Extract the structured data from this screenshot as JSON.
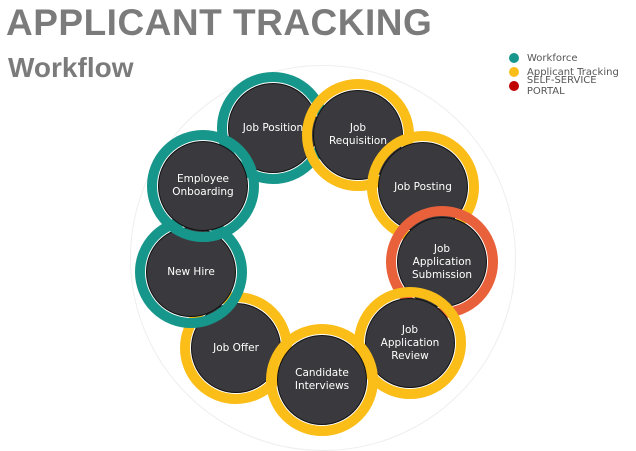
{
  "header": {
    "title": "APPLICANT TRACKING",
    "subtitle": "Workflow"
  },
  "legend": [
    {
      "label": "Workforce",
      "color": "#17978b"
    },
    {
      "label": "Applicant Tracking",
      "color": "#fbbd18"
    },
    {
      "label": "SELF-SERVICE PORTAL",
      "color": "#c00000"
    }
  ],
  "nodes": [
    {
      "label": "Job Position",
      "color": "#17978b"
    },
    {
      "label": "Job\nRequisition",
      "color": "#fbbd18"
    },
    {
      "label": "Job Posting",
      "color": "#fbbd18"
    },
    {
      "label": "Job\nApplication\nSubmission",
      "color": "#e8613a"
    },
    {
      "label": "Job\nApplication\nReview",
      "color": "#fbbd18"
    },
    {
      "label": "Candidate\nInterviews",
      "color": "#fbbd18"
    },
    {
      "label": "Job Offer",
      "color": "#fbbd18"
    },
    {
      "label": "New Hire",
      "color": "#17978b"
    },
    {
      "label": "Employee\nOnboarding",
      "color": "#17978b"
    }
  ]
}
